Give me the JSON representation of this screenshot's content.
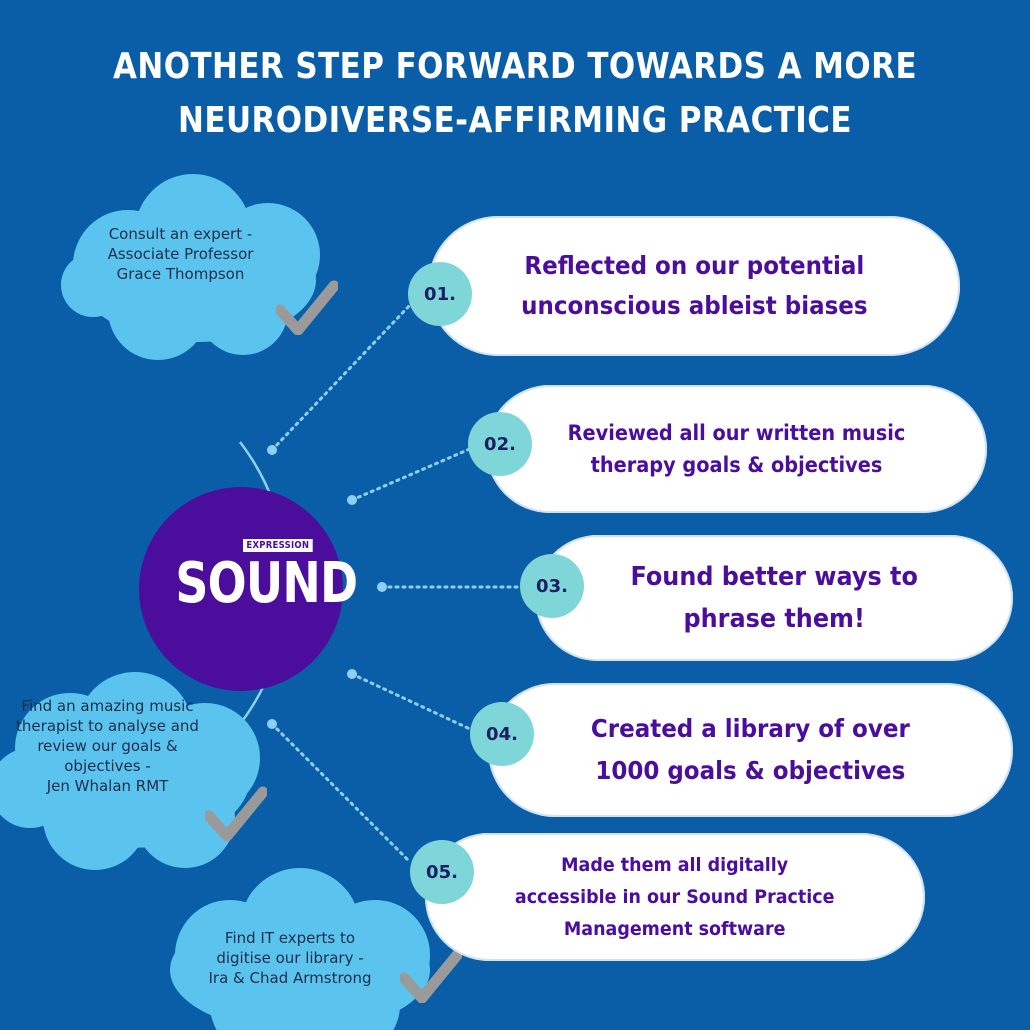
{
  "title": {
    "line1": "ANOTHER STEP FORWARD TOWARDS A MORE",
    "line2": "NEURODIVERSE-AFFIRMING PRACTICE"
  },
  "logo": {
    "tag": "EXPRESSION",
    "word": "SOUND"
  },
  "clouds": [
    {
      "lines": [
        "Consult an expert -",
        "Associate Professor",
        "Grace Thompson"
      ],
      "icon": "checkmark-icon"
    },
    {
      "lines": [
        "Find an amazing music",
        "therapist to analyse and",
        "review our goals &",
        "objectives -",
        "Jen Whalan RMT"
      ],
      "icon": "checkmark-icon"
    },
    {
      "lines": [
        "Find IT experts to",
        "digitise our library -",
        "Ira & Chad Armstrong"
      ],
      "icon": "checkmark-icon"
    }
  ],
  "steps": [
    {
      "number": "01.",
      "lines": [
        "Reflected on our potential",
        "unconscious ableist biases"
      ]
    },
    {
      "number": "02.",
      "lines": [
        "Reviewed all our written music",
        "therapy goals & objectives"
      ]
    },
    {
      "number": "03.",
      "lines": [
        "Found better ways to",
        "phrase them!"
      ]
    },
    {
      "number": "04.",
      "lines": [
        "Created a library of over",
        "1000 goals & objectives"
      ]
    },
    {
      "number": "05.",
      "lines": [
        "Made them all digitally",
        "accessible in our Sound Practice",
        "Management software"
      ]
    }
  ],
  "colors": {
    "background": "#0a5ea8",
    "cloud": "#5bc4ee",
    "logo_circle": "#4b0e9c",
    "step_text": "#4b0e9c",
    "number_badge": "#7fd6d8",
    "connector": "#8fd0f2",
    "checkmark": "#9a9a9a"
  }
}
